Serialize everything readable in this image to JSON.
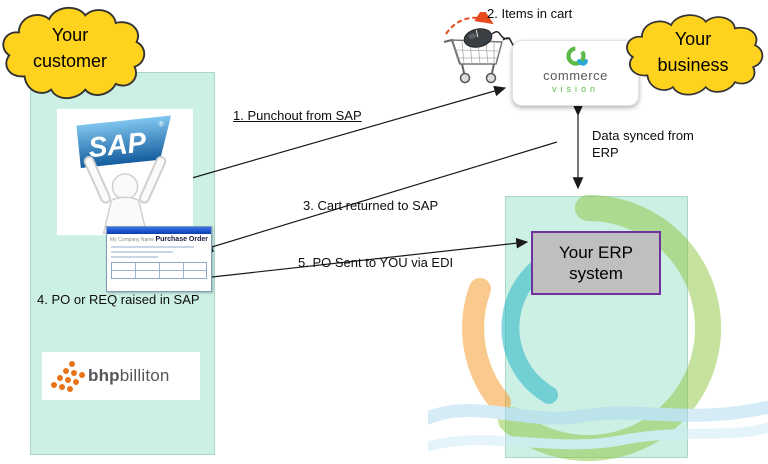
{
  "clouds": {
    "customer": {
      "line1": "Your",
      "line2": "customer"
    },
    "business": {
      "line1": "Your",
      "line2": "business"
    }
  },
  "steps": {
    "step1": "1. Punchout from SAP",
    "step2": "2. Items in cart",
    "step3": "3. Cart returned to SAP",
    "step4": "4. PO or REQ raised in SAP",
    "step5": "5. PO Sent to YOU via EDI"
  },
  "sync_label": {
    "line1": "Data synced from",
    "line2": "ERP"
  },
  "erp": {
    "label": "Your ERP system"
  },
  "logos": {
    "sap": "SAP",
    "commerce": "commerce",
    "vision": "vision",
    "bhp_bold": "bhp",
    "bhp_light": "billiton"
  },
  "po_window": {
    "company": "My Company Name",
    "title": "Purchase Order"
  },
  "colors": {
    "cloud_yellow": "#FFD21E",
    "panel_mint": "#CDF0E4",
    "erp_fill_gray": "#BFBFBF",
    "erp_border_purple": "#7030A0",
    "sap_blue": "#1566A9",
    "commerce_green": "#5BBA47",
    "commerce_blue": "#29A8DF",
    "bhp_orange": "#E8731A",
    "arrow_black": "#1A1A1A",
    "cart_arc_red": "#E8491D"
  }
}
